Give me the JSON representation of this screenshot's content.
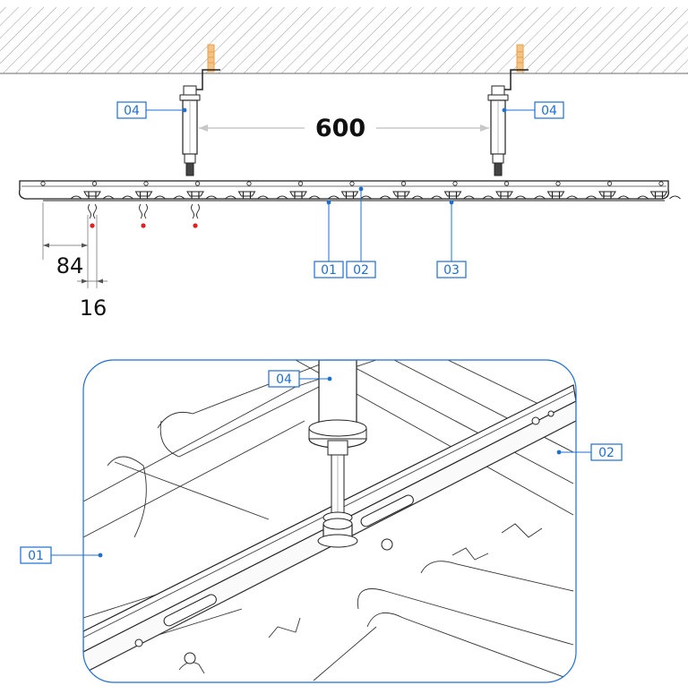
{
  "dimensions": {
    "spacing": "600",
    "offset": "84",
    "width": "16"
  },
  "callouts": {
    "top_left_hanger": "04",
    "top_right_hanger": "04",
    "top_panel": "01",
    "top_carrier": "02",
    "top_clip": "03",
    "detail_hanger": "04",
    "detail_carrier": "02",
    "detail_panel": "01"
  },
  "colors": {
    "callout": "#1f6fd0",
    "line": "#222222",
    "ceiling_hatch": "#9a9a9a",
    "anchor": "#e8a043",
    "marker": "#e02020"
  }
}
